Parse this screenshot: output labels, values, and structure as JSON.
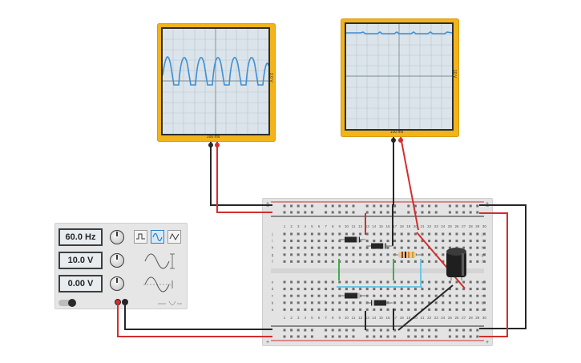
{
  "scope_left": {
    "timebase": "100 ms",
    "volts_per_div": "2.0 V"
  },
  "scope_right": {
    "timebase": "100 ms",
    "volts_per_div": "10 V"
  },
  "function_generator": {
    "frequency": "60.0 Hz",
    "amplitude": "10.0 V",
    "dc_offset": "0.00 V",
    "waveforms": [
      "square-icon",
      "sine-icon",
      "triangle-icon"
    ],
    "selected_waveform": "sine-icon"
  },
  "breadboard": {
    "columns_top": [
      "1",
      "2",
      "3",
      "4",
      "5",
      "6",
      "7",
      "8",
      "9",
      "10",
      "11",
      "12",
      "13",
      "14",
      "15",
      "16",
      "17",
      "18",
      "19",
      "20",
      "21",
      "22",
      "23",
      "24",
      "25",
      "26",
      "27",
      "28",
      "29",
      "30"
    ],
    "rows_top": [
      "j",
      "i",
      "h",
      "g",
      "f"
    ],
    "rows_bottom": [
      "e",
      "d",
      "c",
      "b",
      "a"
    ],
    "rail_plus": "+",
    "rail_minus": "−"
  },
  "colors": {
    "scope_frame": "#f2b31b",
    "trace": "#3b8fd6",
    "wire_red": "#d32d2d",
    "wire_black": "#262626",
    "wire_green": "#3fae49",
    "wire_cyan": "#6ec7e0"
  }
}
